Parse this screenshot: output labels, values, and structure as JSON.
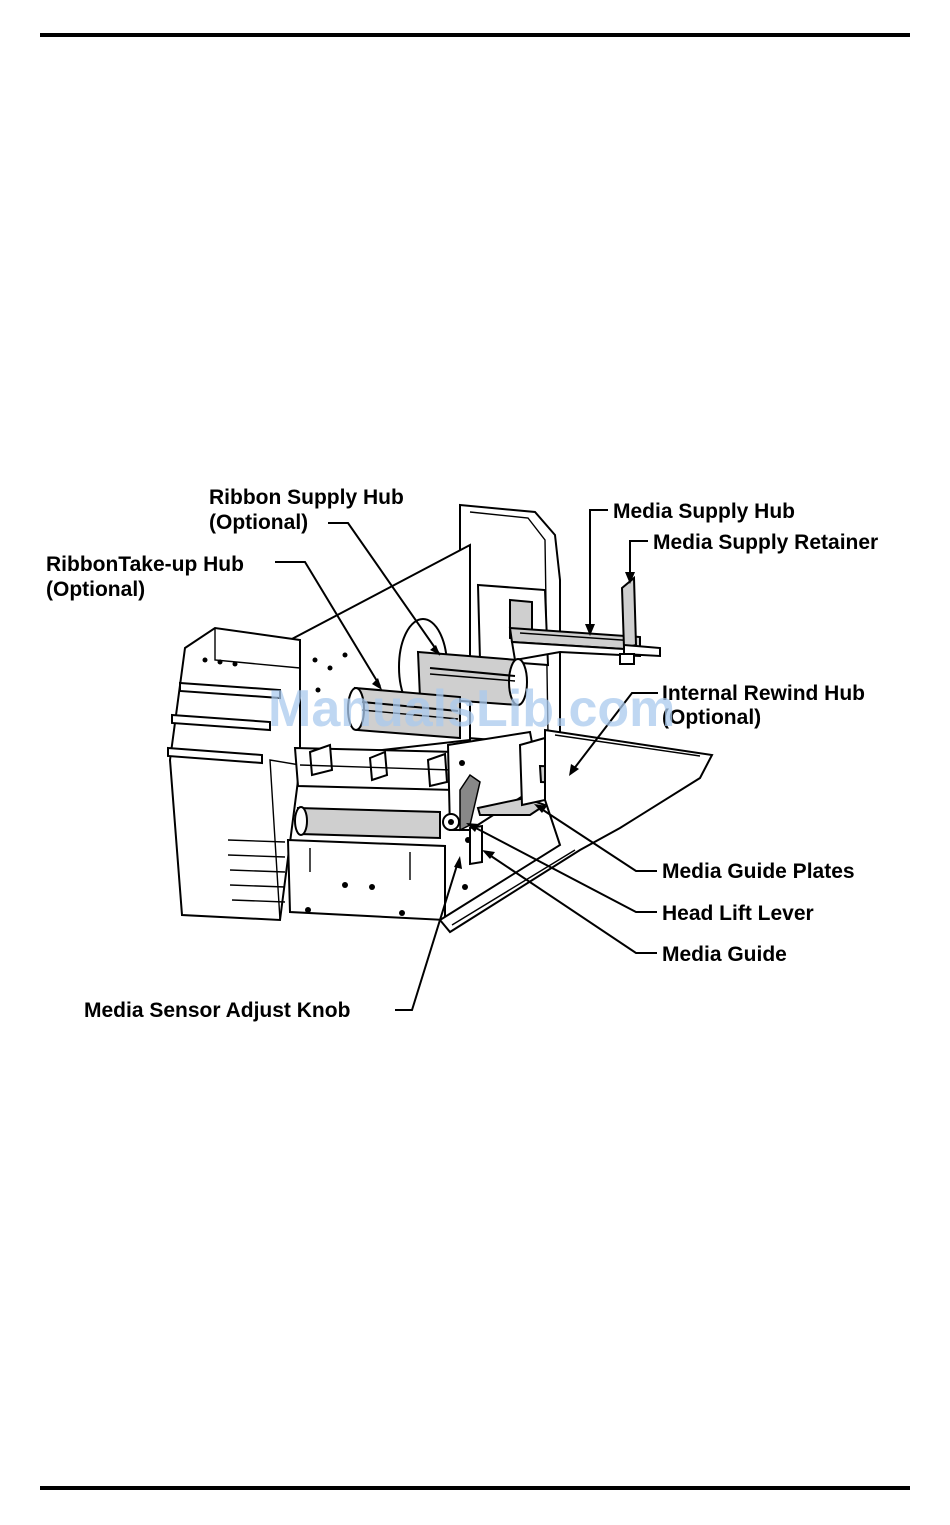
{
  "figure": {
    "callouts": {
      "ribbon_supply_hub": {
        "line1": "Ribbon Supply Hub",
        "line2": "(Optional)"
      },
      "ribbon_takeup_hub": {
        "line1": "RibbonTake-up Hub",
        "line2": "(Optional)"
      },
      "media_supply_hub": "Media Supply Hub",
      "media_supply_retainer": "Media Supply Retainer",
      "internal_rewind_hub": {
        "line1": "Internal Rewind Hub",
        "line2": "(Optional)"
      },
      "media_guide_plates": "Media Guide Plates",
      "head_lift_lever": "Head Lift Lever",
      "media_guide": "Media Guide",
      "media_sensor_adjust_knob": "Media Sensor Adjust Knob"
    },
    "watermark": "ManualsLib.com"
  },
  "colors": {
    "watermark": "#a9c9ee",
    "ink": "#000000",
    "shade": "#cfcfcf"
  }
}
